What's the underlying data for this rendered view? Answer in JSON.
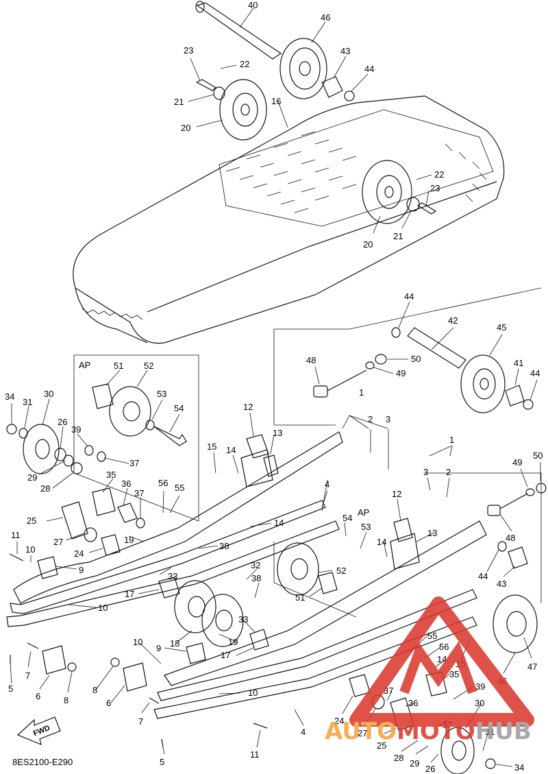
{
  "diagram": {
    "code": "8ES2100-E290",
    "fwd_label": "FWD",
    "ap_labels": [
      "AP",
      "AP"
    ],
    "callouts": [
      {
        "id": "c40",
        "text": "40"
      },
      {
        "id": "c46a",
        "text": "46"
      },
      {
        "id": "c23a",
        "text": "23"
      },
      {
        "id": "c22a",
        "text": "22"
      },
      {
        "id": "c43a",
        "text": "43"
      },
      {
        "id": "c44a",
        "text": "44"
      },
      {
        "id": "c21a",
        "text": "21"
      },
      {
        "id": "c16",
        "text": "16"
      },
      {
        "id": "c20a",
        "text": "20"
      },
      {
        "id": "c22b",
        "text": "22"
      },
      {
        "id": "c23b",
        "text": "23"
      },
      {
        "id": "c20b",
        "text": "20"
      },
      {
        "id": "c21b",
        "text": "21"
      },
      {
        "id": "c44b",
        "text": "44"
      },
      {
        "id": "c42",
        "text": "42"
      },
      {
        "id": "c45",
        "text": "45"
      },
      {
        "id": "c48a",
        "text": "48"
      },
      {
        "id": "c50a",
        "text": "50"
      },
      {
        "id": "c49a",
        "text": "49"
      },
      {
        "id": "c41",
        "text": "41"
      },
      {
        "id": "c44c",
        "text": "44"
      },
      {
        "id": "c51a",
        "text": "51"
      },
      {
        "id": "c52a",
        "text": "52"
      },
      {
        "id": "c53a",
        "text": "53"
      },
      {
        "id": "c54a",
        "text": "54"
      },
      {
        "id": "c34a",
        "text": "34"
      },
      {
        "id": "c31a",
        "text": "31"
      },
      {
        "id": "c30a",
        "text": "30"
      },
      {
        "id": "c26a",
        "text": "26"
      },
      {
        "id": "c39a",
        "text": "39"
      },
      {
        "id": "c29a",
        "text": "29"
      },
      {
        "id": "c28a",
        "text": "28"
      },
      {
        "id": "c37a",
        "text": "37"
      },
      {
        "id": "c35a",
        "text": "35"
      },
      {
        "id": "c36a",
        "text": "36"
      },
      {
        "id": "c37b",
        "text": "37"
      },
      {
        "id": "c25a",
        "text": "25"
      },
      {
        "id": "c12a",
        "text": "12"
      },
      {
        "id": "c13a",
        "text": "13"
      },
      {
        "id": "c15a",
        "text": "15"
      },
      {
        "id": "c14a",
        "text": "14"
      },
      {
        "id": "c1a",
        "text": "1"
      },
      {
        "id": "c2a",
        "text": "2"
      },
      {
        "id": "c3a",
        "text": "3"
      },
      {
        "id": "c56a",
        "text": "56"
      },
      {
        "id": "c55a",
        "text": "55"
      },
      {
        "id": "c4a",
        "text": "4"
      },
      {
        "id": "c14b",
        "text": "14"
      },
      {
        "id": "c11a",
        "text": "11"
      },
      {
        "id": "c27a",
        "text": "27"
      },
      {
        "id": "c19a",
        "text": "19"
      },
      {
        "id": "c24a",
        "text": "24"
      },
      {
        "id": "c38a",
        "text": "38"
      },
      {
        "id": "c10a",
        "text": "10"
      },
      {
        "id": "c9a",
        "text": "9"
      },
      {
        "id": "c33a",
        "text": "33"
      },
      {
        "id": "c17a",
        "text": "17"
      },
      {
        "id": "c10b",
        "text": "10"
      },
      {
        "id": "c32",
        "text": "32"
      },
      {
        "id": "c38b",
        "text": "38"
      },
      {
        "id": "c54b",
        "text": "54"
      },
      {
        "id": "c53b",
        "text": "53"
      },
      {
        "id": "c12b",
        "text": "12"
      },
      {
        "id": "c13b",
        "text": "13"
      },
      {
        "id": "c14c",
        "text": "14"
      },
      {
        "id": "c52b",
        "text": "52"
      },
      {
        "id": "c51b",
        "text": "51"
      },
      {
        "id": "c1b",
        "text": "1"
      },
      {
        "id": "c3b",
        "text": "3"
      },
      {
        "id": "c2b",
        "text": "2"
      },
      {
        "id": "c49b",
        "text": "49"
      },
      {
        "id": "c50b",
        "text": "50"
      },
      {
        "id": "c48b",
        "text": "48"
      },
      {
        "id": "c44d",
        "text": "44"
      },
      {
        "id": "c43b",
        "text": "43"
      },
      {
        "id": "c18",
        "text": "18"
      },
      {
        "id": "c19b",
        "text": "19"
      },
      {
        "id": "c33b",
        "text": "33"
      },
      {
        "id": "c17b",
        "text": "17"
      },
      {
        "id": "c10c",
        "text": "10"
      },
      {
        "id": "c9b",
        "text": "9"
      },
      {
        "id": "c7a",
        "text": "7"
      },
      {
        "id": "c5a",
        "text": "5"
      },
      {
        "id": "c6a",
        "text": "6"
      },
      {
        "id": "c8a",
        "text": "8"
      },
      {
        "id": "c8b",
        "text": "8"
      },
      {
        "id": "c6b",
        "text": "6"
      },
      {
        "id": "c10d",
        "text": "10"
      },
      {
        "id": "c7b",
        "text": "7"
      },
      {
        "id": "c55b",
        "text": "55"
      },
      {
        "id": "c56b",
        "text": "56"
      },
      {
        "id": "c14d",
        "text": "14"
      },
      {
        "id": "c15b",
        "text": "15"
      },
      {
        "id": "c35b",
        "text": "35"
      },
      {
        "id": "c39b",
        "text": "39"
      },
      {
        "id": "c46b",
        "text": "46"
      },
      {
        "id": "c47",
        "text": "47"
      },
      {
        "id": "c37c",
        "text": "37"
      },
      {
        "id": "c36b",
        "text": "36"
      },
      {
        "id": "c30b",
        "text": "30"
      },
      {
        "id": "c24b",
        "text": "24"
      },
      {
        "id": "c27b",
        "text": "27"
      },
      {
        "id": "c37d",
        "text": "37"
      },
      {
        "id": "c31b",
        "text": "31"
      },
      {
        "id": "c25b",
        "text": "25"
      },
      {
        "id": "c28b",
        "text": "28"
      },
      {
        "id": "c29b",
        "text": "29"
      },
      {
        "id": "c26b",
        "text": "26"
      },
      {
        "id": "c34b",
        "text": "34"
      },
      {
        "id": "c4b",
        "text": "4"
      },
      {
        "id": "c11b",
        "text": "11"
      },
      {
        "id": "c5b",
        "text": "5"
      }
    ]
  },
  "watermark": {
    "prefix": "AUTO",
    "middle": "MOTO",
    "suffix": "HUB",
    "color_red": "#d9352a",
    "color_orange": "#f2a13a",
    "color_gray": "#9a9a9a"
  }
}
